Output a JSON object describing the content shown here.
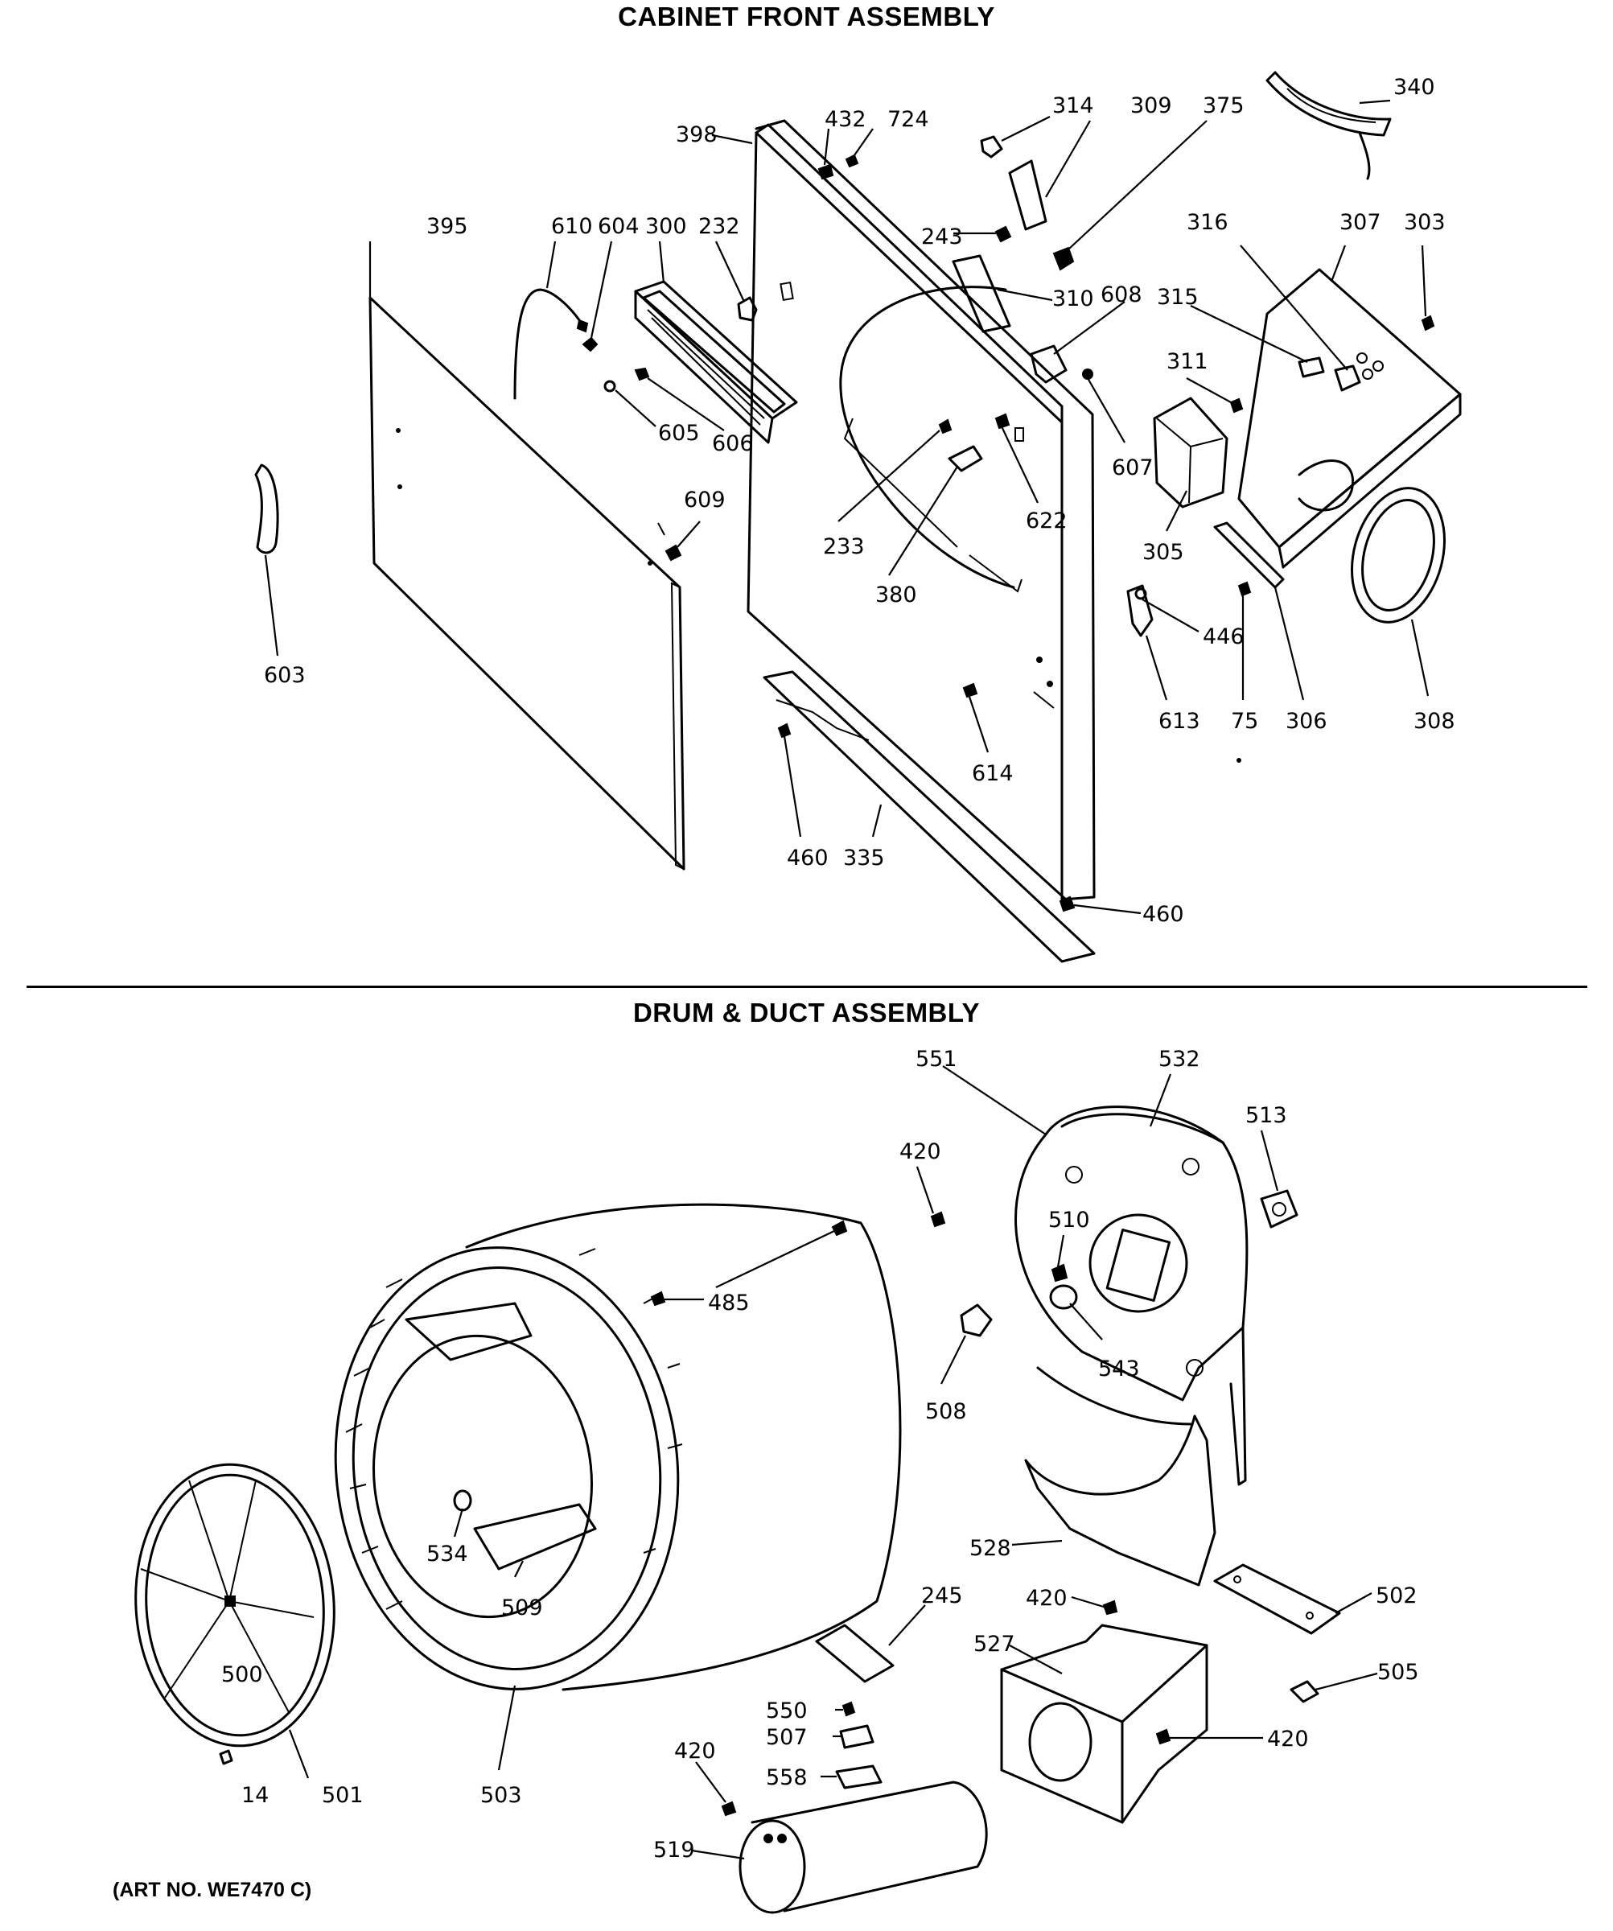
{
  "sections": {
    "cabinet_front": {
      "title": "CABINET FRONT ASSEMBLY"
    },
    "drum_duct": {
      "title": "DRUM & DUCT ASSEMBLY"
    }
  },
  "art_number": "(ART NO. WE7470 C)",
  "callouts": {
    "c340": "340",
    "c314": "314",
    "c309": "309",
    "c375": "375",
    "c432": "432",
    "c724": "724",
    "c398": "398",
    "c395": "395",
    "c610": "610",
    "c604": "604",
    "c300": "300",
    "c232": "232",
    "c243": "243",
    "c310": "310",
    "c608": "608",
    "c316": "316",
    "c307": "307",
    "c303": "303",
    "c315": "315",
    "c311": "311",
    "c605": "605",
    "c606": "606",
    "c233": "233",
    "c622": "622",
    "c607": "607",
    "c609": "609",
    "c380": "380",
    "c305": "305",
    "c446": "446",
    "c603": "603",
    "c613": "613",
    "c75": "75",
    "c306": "306",
    "c308": "308",
    "c614": "614",
    "c460a": "460",
    "c335": "335",
    "c460b": "460",
    "c551": "551",
    "c532": "532",
    "c513": "513",
    "c420a": "420",
    "c510": "510",
    "c485": "485",
    "c543": "543",
    "c508": "508",
    "c534": "534",
    "c528": "528",
    "c509": "509",
    "c245": "245",
    "c420b": "420",
    "c502": "502",
    "c527": "527",
    "c500": "500",
    "c505": "505",
    "c550": "550",
    "c420c": "420",
    "c507": "507",
    "c420d": "420",
    "c558": "558",
    "c14": "14",
    "c501": "501",
    "c503": "503",
    "c519": "519"
  }
}
